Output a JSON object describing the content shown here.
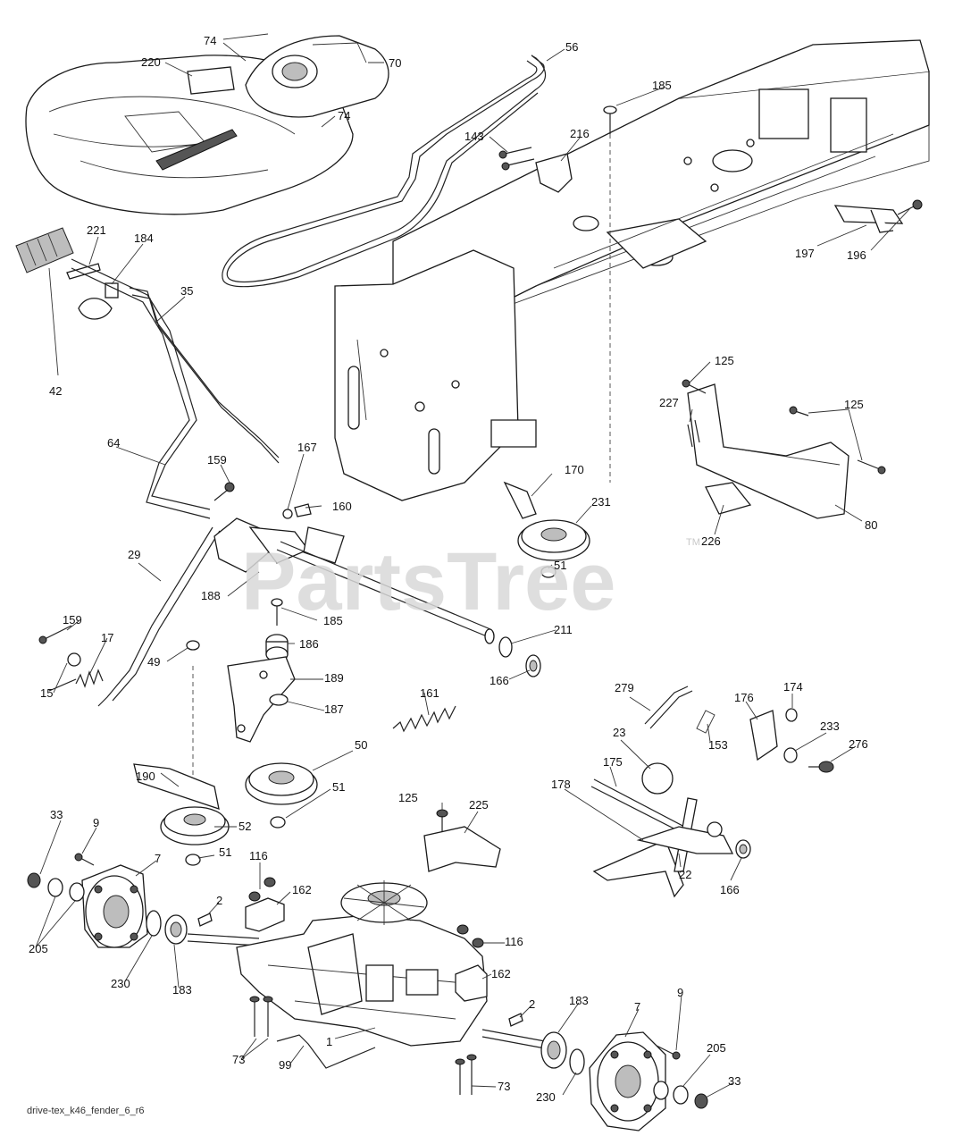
{
  "diagram": {
    "watermark": "PartsTree",
    "trademark": "TM",
    "footer": "drive-tex_k46_fender_6_r6"
  },
  "labels": {
    "l74a": "74",
    "l220": "220",
    "l70": "70",
    "l56": "56",
    "l74b": "74",
    "l185a": "185",
    "l143": "143",
    "l216": "216",
    "l197": "197",
    "l196": "196",
    "l221": "221",
    "l184": "184",
    "l35": "35",
    "l42": "42",
    "l125a": "125",
    "l227": "227",
    "l125b": "125",
    "l80": "80",
    "l226": "226",
    "l64": "64",
    "l159a": "159",
    "l167": "167",
    "l160": "160",
    "l170": "170",
    "l231": "231",
    "l51a": "51",
    "l29": "29",
    "l188": "188",
    "l185b": "185",
    "l186": "186",
    "l211": "211",
    "l159b": "159",
    "l17": "17",
    "l49": "49",
    "l189": "189",
    "l15": "15",
    "l161": "161",
    "l187": "187",
    "l166a": "166",
    "l279": "279",
    "l176": "176",
    "l174": "174",
    "l153": "153",
    "l23": "23",
    "l233": "233",
    "l276": "276",
    "l50": "50",
    "l51b": "51",
    "l190": "190",
    "l175": "175",
    "l178": "178",
    "l33a": "33",
    "l9a": "9",
    "l52": "52",
    "l125c": "125",
    "l225": "225",
    "l7a": "7",
    "l51c": "51",
    "l116a": "116",
    "l22": "22",
    "l166b": "166",
    "l2a": "2",
    "l162a": "162",
    "l205a": "205",
    "l116b": "116",
    "l230a": "230",
    "l183a": "183",
    "l162b": "162",
    "l183b": "183",
    "l7b": "7",
    "l9b": "9",
    "l2b": "2",
    "l1": "1",
    "l73a": "73",
    "l99": "99",
    "l205b": "205",
    "l33b": "33",
    "l73b": "73",
    "l230b": "230"
  }
}
